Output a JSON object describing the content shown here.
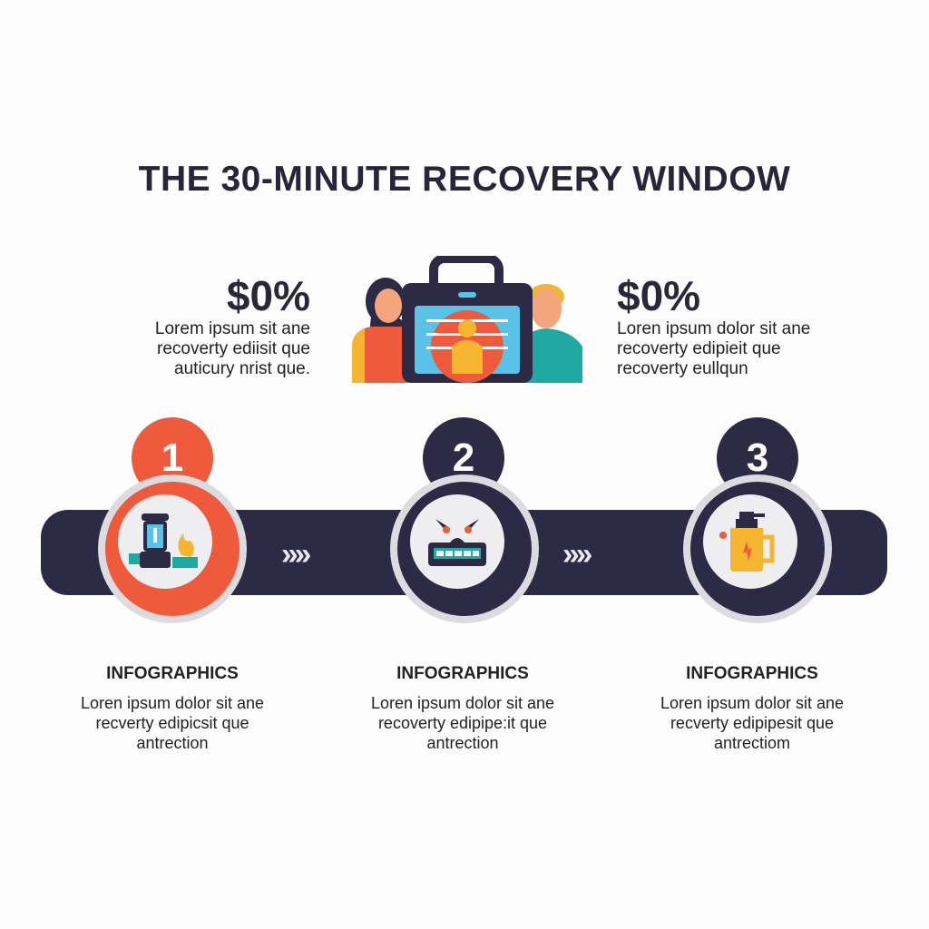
{
  "title": "THE 30-MINUTE RECOVERY WINDOW",
  "stats": [
    {
      "value": "$0%",
      "lines": [
        "Lorem ipsum sit ane",
        "recoverty ediisit que",
        "auticury nrist que."
      ]
    },
    {
      "value": "$0%",
      "lines": [
        "Loren ipsum dolor sit ane",
        "recoverty edipieit que",
        "recoverty eullqun"
      ]
    }
  ],
  "steps": [
    {
      "number": "1",
      "icon": "blender-fire-icon",
      "heading": "INFOGRAPHICS",
      "lines": [
        "Loren ipsum dolor sit ane",
        "recverty edipicsit que",
        "antrection"
      ]
    },
    {
      "number": "2",
      "icon": "angry-keyboard-icon",
      "heading": "INFOGRAPHICS",
      "lines": [
        "Loren ipsum dolor sit ane",
        "recoverty edipipe:it que",
        "antrection"
      ]
    },
    {
      "number": "3",
      "icon": "shaker-bottle-icon",
      "heading": "INFOGRAPHICS",
      "lines": [
        "Loren ipsum dolor sit ane",
        "recverty edipipesit que",
        "antrectiom"
      ]
    }
  ],
  "arrows": "››››",
  "colors": {
    "navy": "#2d2a45",
    "orange": "#ef5a3c",
    "teal": "#1eaaa0",
    "yellow": "#f6b530",
    "sky": "#58c3e6"
  }
}
